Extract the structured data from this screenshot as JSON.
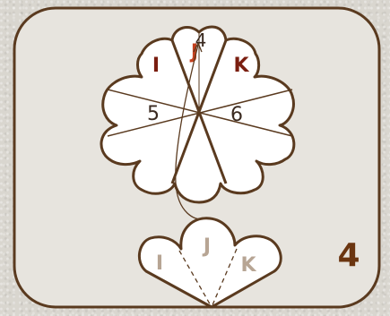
{
  "colors": {
    "stroke": "#5a3a1f",
    "petal_fill": "#ffffff",
    "frame_fill": "#e7e4de",
    "label_dark": "#7a1e10",
    "label_red": "#c4401e",
    "label_light": "#b7a594",
    "number_text": "#3a2a20",
    "step_color": "#6b3510"
  },
  "flower": {
    "labels": {
      "left": "I",
      "middle": "J",
      "right": "K"
    },
    "numbers": {
      "top": "4",
      "left": "5",
      "right": "6"
    }
  },
  "folded": {
    "labels": {
      "left": "I",
      "middle": "J",
      "right": "K"
    }
  },
  "step_number": "4"
}
